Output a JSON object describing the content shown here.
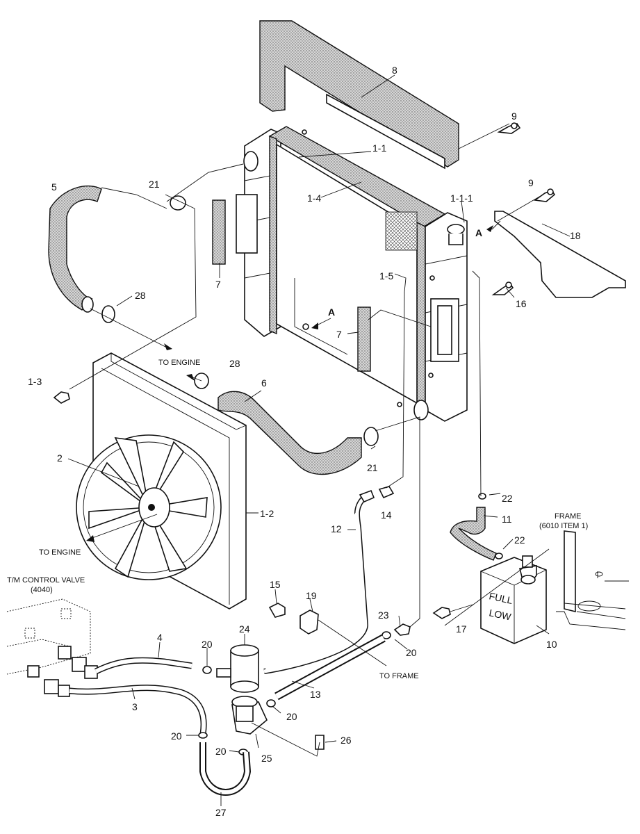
{
  "callouts": {
    "p8": "8",
    "p9a": "9",
    "p9b": "9",
    "p1_1": "1-1",
    "p1_4": "1-4",
    "p1_1_1": "1-1-1",
    "p18": "18",
    "p5": "5",
    "p21a": "21",
    "p28a": "28",
    "p7a": "7",
    "p7b": "7",
    "p1_5": "1-5",
    "p16": "16",
    "pA1": "A",
    "pA2": "A",
    "p1_3": "1-3",
    "p28b": "28",
    "p6": "6",
    "p2": "2",
    "p1_2": "1-2",
    "p21b": "21",
    "p14": "14",
    "p22a": "22",
    "p22b": "22",
    "p11": "11",
    "p12": "12",
    "p15": "15",
    "p19": "19",
    "p23": "23",
    "p17": "17",
    "p10": "10",
    "p4": "4",
    "p20a": "20",
    "p24": "24",
    "p20b": "20",
    "p3": "3",
    "p13": "13",
    "p20c": "20",
    "p20d": "20",
    "p20e": "20",
    "p25": "25",
    "p26": "26",
    "p27": "27"
  },
  "notes": {
    "to_engine_top": "TO ENGINE",
    "to_engine_fan": "TO ENGINE",
    "to_frame": "TO FRAME",
    "tm_valve_line1": "T/M CONTROL VALVE",
    "tm_valve_line2": "(4040)",
    "frame_line1": "FRAME",
    "frame_line2": "(6010 ITEM 1)",
    "tank_full": "FULL",
    "tank_low": "LOW"
  }
}
